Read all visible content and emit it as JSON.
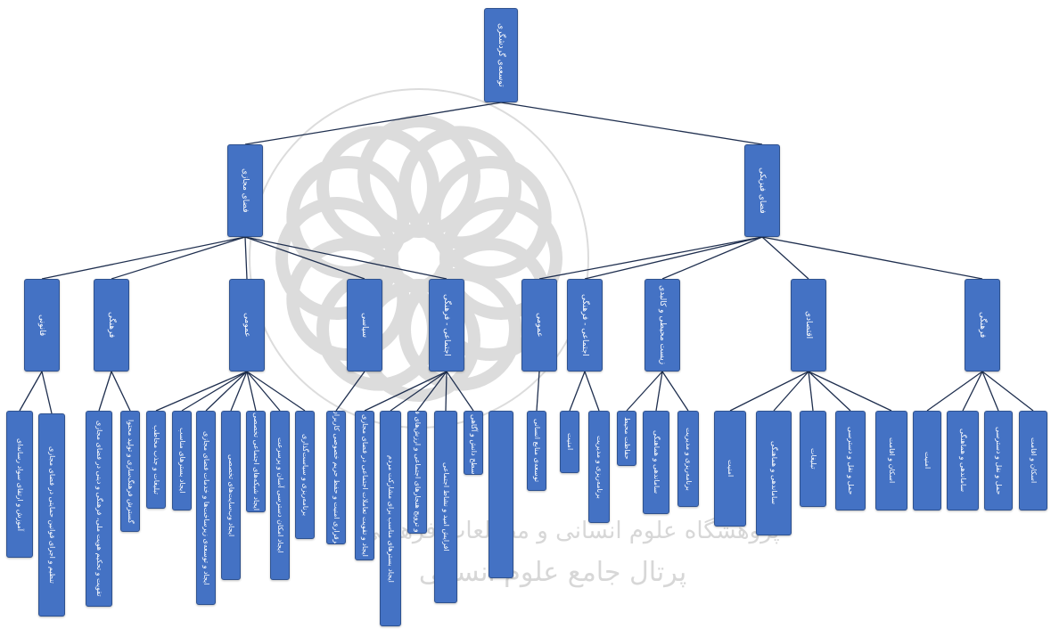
{
  "root": "توسعه‌ی گردشگری",
  "branches": [
    {
      "label": "فضای مجازی",
      "groups": [
        {
          "label": "قانونی",
          "leaves": [
            "آموزش و ارتقای سواد رسانه‌ای",
            "تنظیم و اجرای قوانین حمایتی در فضای مجازی"
          ]
        },
        {
          "label": "فرهنگی",
          "leaves": [
            "تقویت و تحکیم هویت ملی، فرهنگی و دینی در فضای مجازی",
            "گسترش فرهنگ‌سازی و تولید محتوا"
          ]
        },
        {
          "label": "عمومی",
          "leaves": [
            "تبلیغات و جذب مخاطب",
            "ایجاد بسترهای مناسب",
            "ایجاد و توسعه‌ی زیرساخت‌ها و خدمات فضای مجازی",
            "ایجاد وب‌سایت‌های تخصصی",
            "ایجاد شبکه‌های اجتماعی تخصصی",
            "ایجاد امکان دسترسی آسان و پرسرعت",
            "برنامه‌ریزی و سیاست‌گذاری"
          ]
        },
        {
          "label": "سیاسی",
          "leaves": [
            "برقراری امنیت و حفظ حریم خصوصی کاربران"
          ]
        },
        {
          "label": "اجتماعی - فرهنگی",
          "leaves": [
            "ایجاد و تقویت تعاملات اجتماعی در فضای مجازی",
            "ایجاد بسترهای مناسب برای مشارکت مردم",
            "توسعه و ترویج هنجارهای اجتماعی و ارزش‌های فرهنگی",
            "افزایش امید و نشاط اجتماعی",
            "ارتقای سطح دانش و آگاهی عمومی"
          ]
        }
      ]
    },
    {
      "label": "فضای فیزیکی",
      "groups": [
        {
          "label": "عمومی",
          "leaves": [
            "توسعه‌ی منابع انسانی"
          ]
        },
        {
          "label": "اجتماعی - فرهنگی",
          "leaves": [
            "امنیت",
            "برنامه‌ریزی و مدیریت"
          ]
        },
        {
          "label": "زیست محیطی و کالبدی",
          "leaves": [
            "حفاظت محیط",
            "ساماندهی و هماهنگی",
            "برنامه‌ریزی و مدیریت"
          ]
        },
        {
          "label": "اقتصادی",
          "leaves": [
            "امنیت",
            "ساماندهی و هماهنگی",
            "تبلیغات",
            "حمل و نقل و دسترسی",
            "اسکان و اقامت"
          ]
        },
        {
          "label": "فرهنگی",
          "leaves": [
            "امنیت",
            "ساماندهی و هماهنگی",
            "حمل و نقل و دسترسی",
            "اسکان و اقامت"
          ]
        }
      ]
    }
  ],
  "watermark": {
    "line1": "پرتال جامع علوم انسانی",
    "line2": "پژوهشگاه علوم انسانی و مطالعات فرهنگی"
  },
  "colors": {
    "node_fill": "#4472c4",
    "node_border": "#2f528f",
    "edge": "#1f2f4f"
  }
}
